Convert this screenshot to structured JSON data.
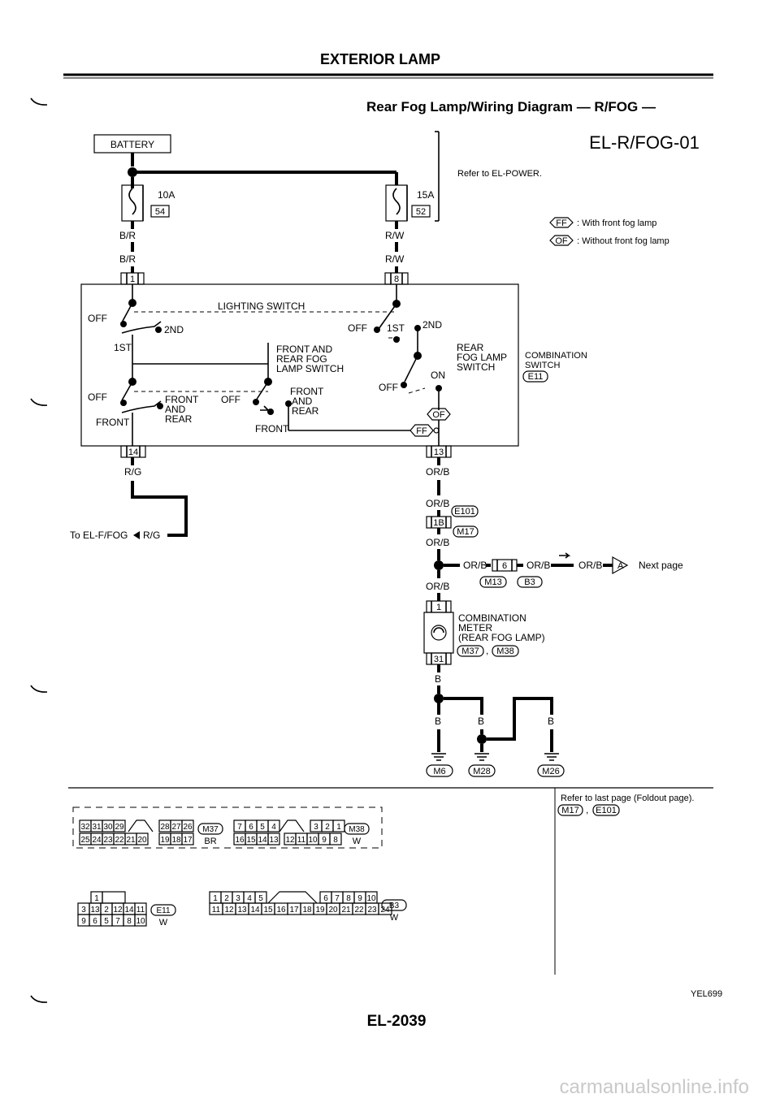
{
  "header": {
    "section": "EXTERIOR LAMP",
    "title": "Rear Fog Lamp/Wiring Diagram — R/FOG —",
    "code": "EL-R/FOG-01"
  },
  "battery": "BATTERY",
  "refer_power": "Refer to EL-POWER.",
  "fuses": [
    {
      "amp": "10A",
      "num": "54",
      "wire_a": "B/R",
      "wire_b": "B/R",
      "terminal": "1"
    },
    {
      "amp": "15A",
      "num": "52",
      "wire_a": "R/W",
      "wire_b": "R/W",
      "terminal": "8"
    }
  ],
  "legend": [
    {
      "code": "FF",
      "text": ": With front fog lamp"
    },
    {
      "code": "OF",
      "text": ": Without front fog lamp"
    }
  ],
  "switch": {
    "lighting": "LIGHTING SWITCH",
    "off": "OFF",
    "first": "1ST",
    "second": "2ND",
    "front_and_rear": "FRONT AND",
    "front_and_rear_2": "REAR FOG",
    "front_and_rear_3": "LAMP SWITCH",
    "front": "FRONT",
    "and": "AND",
    "rear": "REAR",
    "rear_fog_1": "REAR",
    "rear_fog_2": "FOG LAMP",
    "rear_fog_3": "SWITCH",
    "on": "ON",
    "combination_1": "COMBINATION",
    "combination_2": "SWITCH",
    "combination_conn": "E11",
    "ff": "FF",
    "of": "OF"
  },
  "left_branch": {
    "terminal": "14",
    "wire": "R/G",
    "to_text": "To EL-F/FOG",
    "to_wire": "R/G"
  },
  "right_branch": {
    "terminal_13": "13",
    "wire1": "OR/B",
    "wire2": "OR/B",
    "conn_e101": "E101",
    "terminal_1b": "1B",
    "conn_m17": "M17",
    "wire3": "OR/B",
    "wire4": "OR/B",
    "h_wire1": "OR/B",
    "h_term": "6",
    "h_wire2": "OR/B",
    "h_wire3": "OR/B",
    "next_letter": "A",
    "next_page": "Next page",
    "conn_m13": "M13",
    "conn_b3": "B3",
    "meter_term_top": "1",
    "meter_1": "COMBINATION",
    "meter_2": "METER",
    "meter_3": "(REAR FOG LAMP)",
    "conn_m37": "M37",
    "conn_m38": "M38",
    "meter_term_bot": "31",
    "wire_b": "B",
    "ground_wires": [
      "B",
      "B",
      "B"
    ],
    "grounds": [
      "M6",
      "M28",
      "M26"
    ]
  },
  "refer_last": "Refer to last page (Foldout page).",
  "refer_conns": [
    "M17",
    "E101"
  ],
  "connectors": {
    "m37": {
      "row1": [
        "32",
        "31",
        "30",
        "29",
        "28",
        "27",
        "26"
      ],
      "row2": [
        "25",
        "24",
        "23",
        "22",
        "21",
        "20",
        "19",
        "18",
        "17"
      ],
      "label": "M37",
      "color": "BR"
    },
    "m38": {
      "row1": [
        "7",
        "6",
        "5",
        "4",
        "3",
        "2",
        "1"
      ],
      "row2": [
        "16",
        "15",
        "14",
        "13",
        "12",
        "11",
        "10",
        "9",
        "8"
      ],
      "label": "M38",
      "color": "W"
    },
    "e11": {
      "top": "1",
      "row1": [
        "3",
        "13",
        "2",
        "12",
        "14",
        "11"
      ],
      "row2": [
        "9",
        "6",
        "5",
        "7",
        "8",
        "10"
      ],
      "label": "E11",
      "color": "W"
    },
    "b3": {
      "row1": [
        "1",
        "2",
        "3",
        "4",
        "5",
        "6",
        "7",
        "8",
        "9",
        "10"
      ],
      "row2": [
        "11",
        "12",
        "13",
        "14",
        "15",
        "16",
        "17",
        "18",
        "19",
        "20",
        "21",
        "22",
        "23",
        "24"
      ],
      "label": "B3",
      "color": "W"
    }
  },
  "footer": {
    "ref": "YEL699",
    "page": "EL-2039"
  },
  "watermark": "carmanualsonline.info"
}
